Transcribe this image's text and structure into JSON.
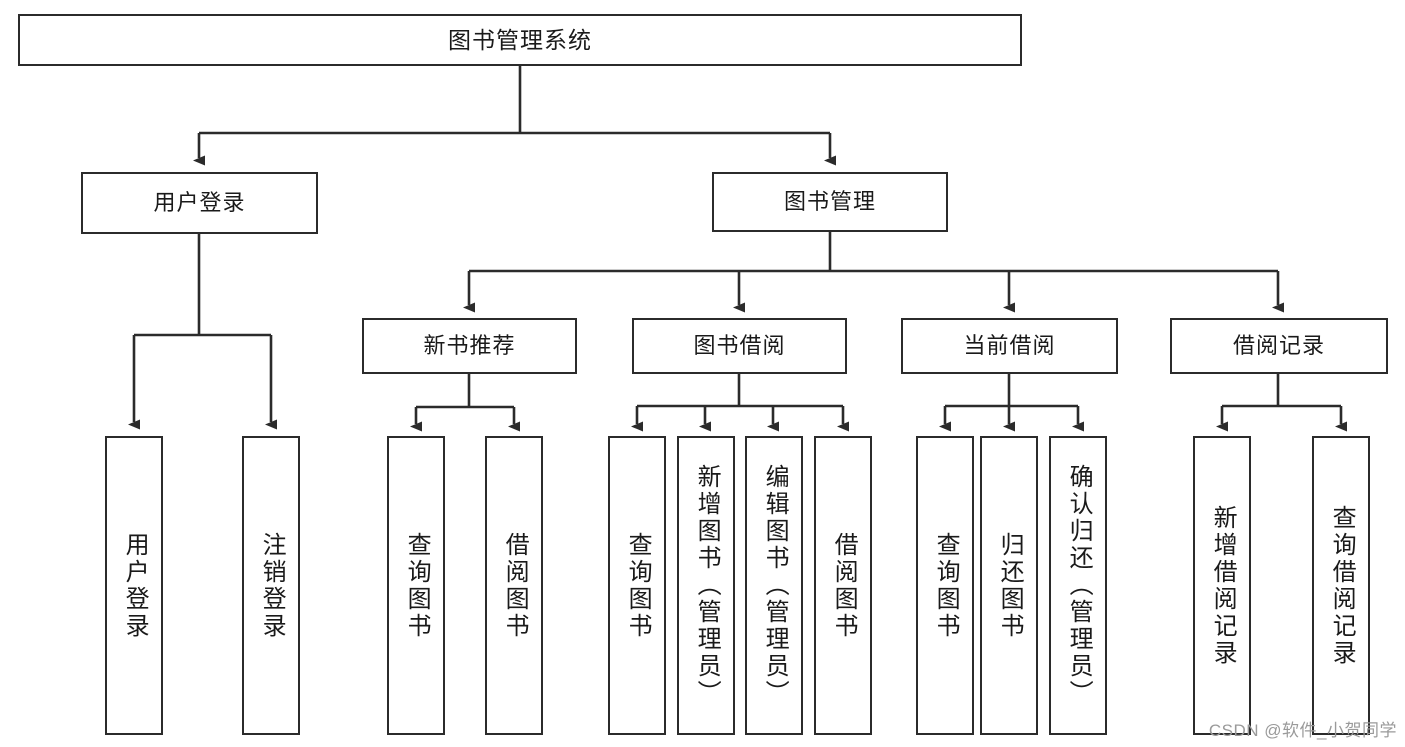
{
  "diagram": {
    "title": "图书管理系统",
    "type": "tree-structure-chart",
    "root": {
      "id": "root",
      "label": "图书管理系统"
    },
    "level2": [
      {
        "id": "user-login",
        "label": "用户登录"
      },
      {
        "id": "book-manage",
        "label": "图书管理"
      }
    ],
    "level3": [
      {
        "id": "new-book-rec",
        "label": "新书推荐",
        "parent": "book-manage"
      },
      {
        "id": "book-borrow",
        "label": "图书借阅",
        "parent": "book-manage"
      },
      {
        "id": "current-borrow",
        "label": "当前借阅",
        "parent": "book-manage"
      },
      {
        "id": "borrow-record",
        "label": "借阅记录",
        "parent": "book-manage"
      }
    ],
    "leaves": [
      {
        "id": "leaf-user-login",
        "label": "用户登录",
        "parent": "user-login"
      },
      {
        "id": "leaf-user-logout",
        "label": "注销登录",
        "parent": "user-login"
      },
      {
        "id": "leaf-query-book-1",
        "label": "查询图书",
        "parent": "new-book-rec"
      },
      {
        "id": "leaf-borrow-book-1",
        "label": "借阅图书",
        "parent": "new-book-rec"
      },
      {
        "id": "leaf-query-book-2",
        "label": "查询图书",
        "parent": "book-borrow"
      },
      {
        "id": "leaf-add-book",
        "label": "新增图书（管理员）",
        "parent": "book-borrow"
      },
      {
        "id": "leaf-edit-book",
        "label": "编辑图书（管理员）",
        "parent": "book-borrow"
      },
      {
        "id": "leaf-borrow-book-2",
        "label": "借阅图书",
        "parent": "book-borrow"
      },
      {
        "id": "leaf-query-book-3",
        "label": "查询图书",
        "parent": "current-borrow"
      },
      {
        "id": "leaf-return-book",
        "label": "归还图书",
        "parent": "current-borrow"
      },
      {
        "id": "leaf-confirm-return",
        "label": "确认归还（管理员）",
        "parent": "current-borrow"
      },
      {
        "id": "leaf-add-record",
        "label": "新增借阅记录",
        "parent": "borrow-record"
      },
      {
        "id": "leaf-query-record",
        "label": "查询借阅记录",
        "parent": "borrow-record"
      }
    ],
    "watermark": "CSDN @软件_小贺同学",
    "colors": {
      "border": "#2b2b2b",
      "background": "#ffffff",
      "text": "#1a1a1a",
      "watermark": "#9a9a9a"
    }
  }
}
